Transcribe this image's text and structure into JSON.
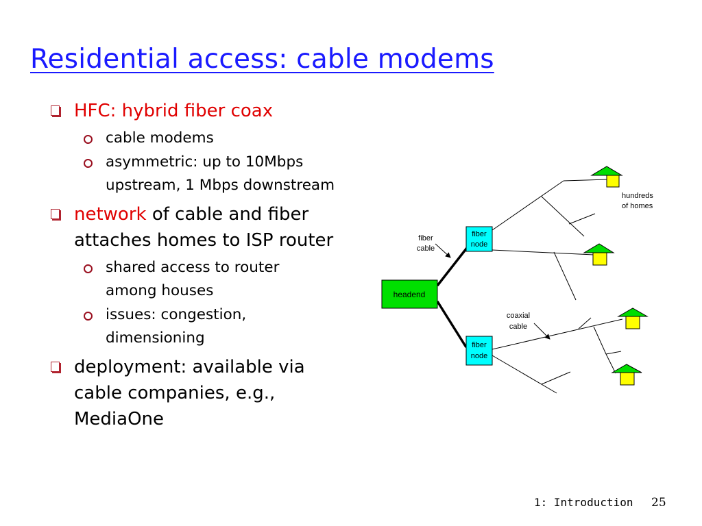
{
  "slide": {
    "title": "Residential access: cable modems",
    "bullets": {
      "hfc": "HFC: hybrid fiber coax",
      "cable_modems": "cable modems",
      "asymmetric": "asymmetric: up to 10Mbps upstream, 1 Mbps downstream",
      "network_highlight": "network",
      "network_rest": " of cable and fiber attaches homes to ISP router",
      "shared": "shared access to router among houses",
      "issues": "issues: congestion, dimensioning",
      "deployment": "deployment: available via cable companies, e.g., MediaOne"
    }
  },
  "diagram": {
    "headend": "headend",
    "fiber_node_top_line1": "fiber",
    "fiber_node_top_line2": "node",
    "fiber_node_bottom_line1": "fiber",
    "fiber_node_bottom_line2": "node",
    "fiber_cable_line1": "fiber",
    "fiber_cable_line2": "cable",
    "coaxial_cable_line1": "coaxial",
    "coaxial_cable_line2": "cable",
    "hundreds_line1": "hundreds",
    "hundreds_line2": "of homes",
    "colors": {
      "headend": "#00e000",
      "fiber_node": "#00ffff",
      "house_body": "#ffff00",
      "house_roof": "#00dd00"
    }
  },
  "footer": {
    "section": "1: Introduction",
    "page": "25"
  }
}
